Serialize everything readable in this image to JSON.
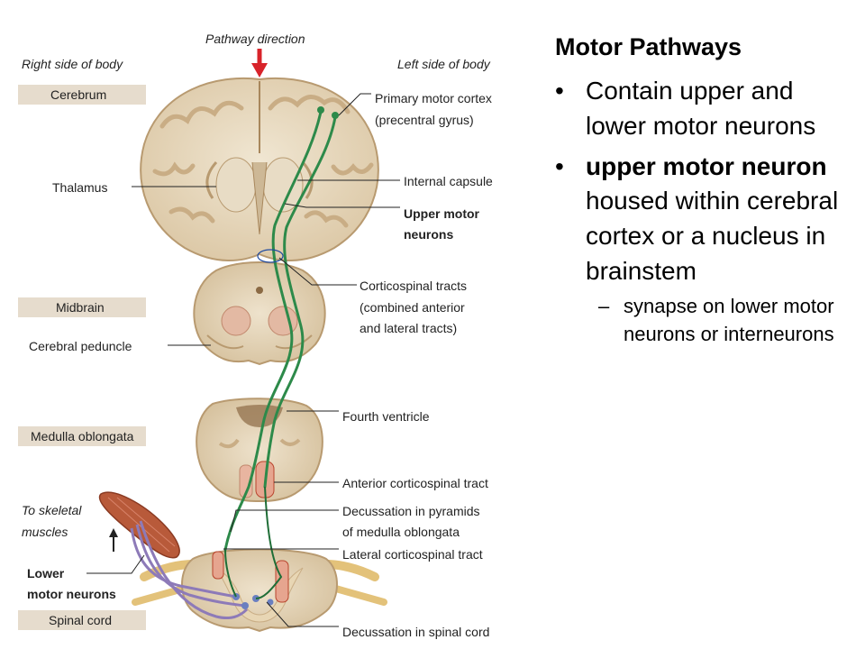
{
  "diagram": {
    "pathway_direction": "Pathway direction",
    "right_side": "Right side of body",
    "left_side": "Left side of body",
    "regions": {
      "cerebrum": "Cerebrum",
      "midbrain": "Midbrain",
      "medulla": "Medulla oblongata",
      "spinal_cord": "Spinal cord"
    },
    "left_labels": {
      "thalamus": "Thalamus",
      "cerebral_peduncle": "Cerebral peduncle",
      "to_skeletal_1": "To skeletal",
      "to_skeletal_2": "muscles",
      "lower_motor_1": "Lower",
      "lower_motor_2": "motor neurons"
    },
    "right_labels": {
      "primary_motor_1": "Primary motor cortex",
      "primary_motor_2": "(precentral gyrus)",
      "internal_capsule": "Internal capsule",
      "upper_motor_1": "Upper motor",
      "upper_motor_2": "neurons",
      "corticospinal_1": "Corticospinal tracts",
      "corticospinal_2": "(combined anterior",
      "corticospinal_3": "and lateral tracts)",
      "fourth_ventricle": "Fourth ventricle",
      "anterior_cst": "Anterior corticospinal tract",
      "decussation_pyr_1": "Decussation in pyramids",
      "decussation_pyr_2": "of medulla oblongata",
      "lateral_cst": "Lateral corticospinal tract",
      "decussation_sc": "Decussation in spinal cord"
    },
    "colors": {
      "tissue": "#d9c7a8",
      "gray_matter": "#c9b089",
      "tract_green": "#2d8a4a",
      "arrow_red": "#d8232a",
      "lower_neuron_purple": "#8d7ab8",
      "muscle_red": "#b85a3a"
    }
  },
  "slide": {
    "title": "Motor Pathways",
    "bullet_symbol": "•",
    "dash_symbol": "–",
    "bullet1": "Contain upper and lower motor neurons",
    "bullet2_bold": "upper motor neuron",
    "bullet2_rest": " housed within cerebral cortex or a nucleus in brainstem",
    "sub1": "synapse on lower motor neurons or interneurons"
  }
}
